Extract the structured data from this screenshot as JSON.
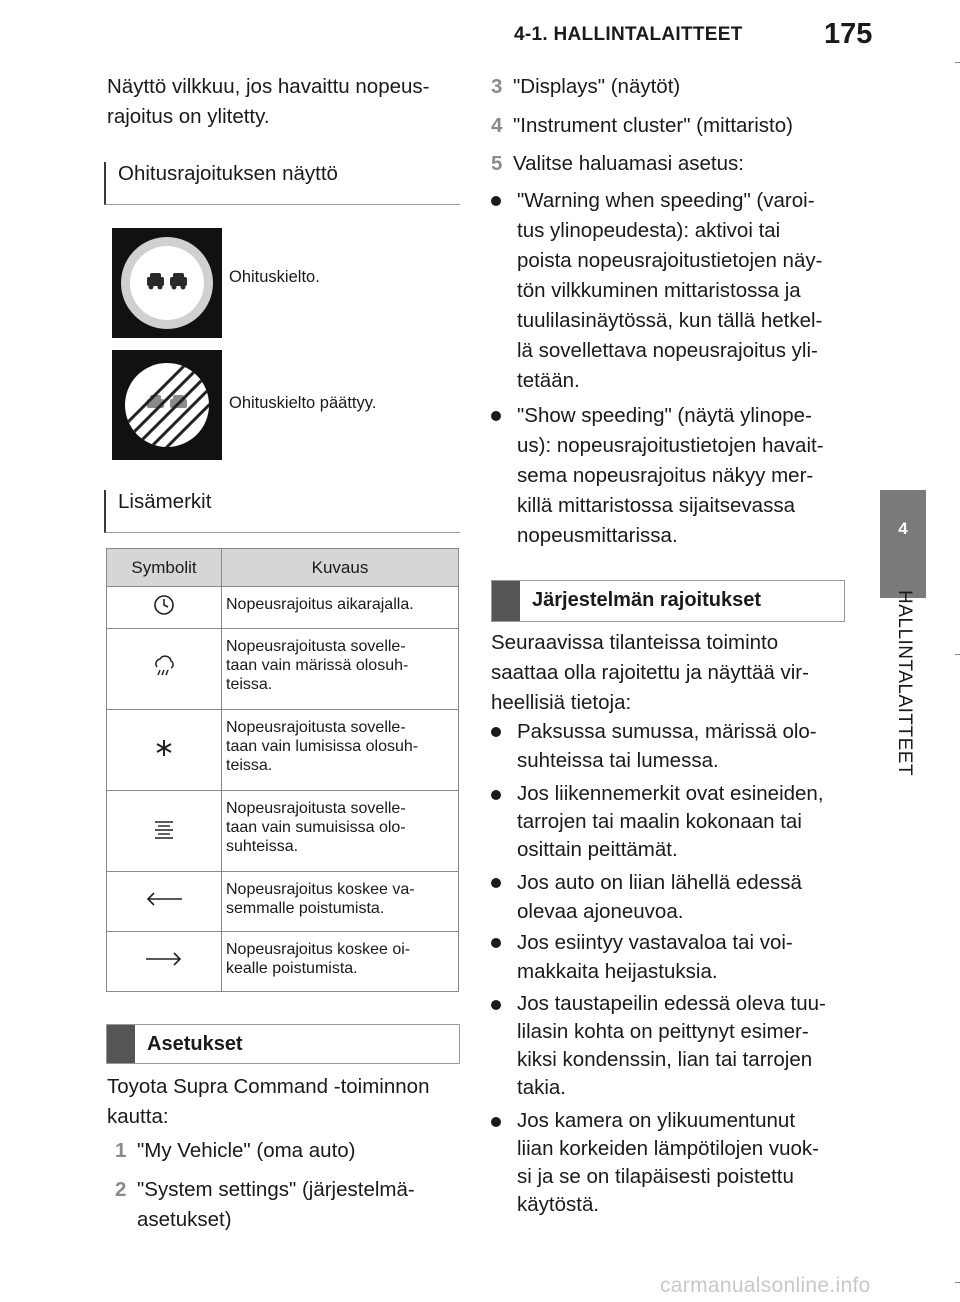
{
  "header": {
    "running_head": "4-1. HALLINTALAITTEET",
    "page_number": "175"
  },
  "side_tab": {
    "chapter_number": "4",
    "chapter_label": "HALLINTALAITTEET"
  },
  "left": {
    "intro_lines": [
      "Näyttö vilkkuu, jos havaittu nopeus-",
      "rajoitus on ylitetty."
    ],
    "overtaking_heading": "Ohitusrajoituksen näyttö",
    "signs": [
      {
        "icon": "no-overtaking-sign-icon",
        "caption": "Ohituskielto."
      },
      {
        "icon": "end-of-no-overtaking-sign-icon",
        "caption": "Ohituskielto päättyy."
      }
    ],
    "extra_heading": "Lisämerkit",
    "table": {
      "headers": [
        "Symbolit",
        "Kuvaus"
      ],
      "rows": [
        {
          "icon": "clock-icon",
          "lines": [
            "Nopeusrajoitus aikarajalla."
          ]
        },
        {
          "icon": "rain-icon",
          "lines": [
            "Nopeusrajoitusta sovelle-",
            "taan vain märissä olosuh-",
            "teissa."
          ]
        },
        {
          "icon": "snowflake-icon",
          "lines": [
            "Nopeusrajoitusta sovelle-",
            "taan vain lumisissa olosuh-",
            "teissa."
          ]
        },
        {
          "icon": "fog-icon",
          "lines": [
            "Nopeusrajoitusta sovelle-",
            "taan vain sumuisissa olo-",
            "suhteissa."
          ]
        },
        {
          "icon": "arrow-left-icon",
          "lines": [
            "Nopeusrajoitus koskee va-",
            "semmalle poistumista."
          ]
        },
        {
          "icon": "arrow-right-icon",
          "lines": [
            "Nopeusrajoitus koskee oi-",
            "kealle poistumista."
          ]
        }
      ]
    },
    "settings_heading": "Asetukset",
    "settings_intro_lines": [
      "Toyota Supra Command -toiminnon",
      "kautta:"
    ],
    "steps": [
      {
        "num": "1",
        "lines": [
          "\"My Vehicle\" (oma auto)"
        ]
      },
      {
        "num": "2",
        "lines": [
          "\"System settings\" (järjestelmä-",
          "asetukset)"
        ]
      }
    ]
  },
  "right": {
    "steps": [
      {
        "num": "3",
        "text": "\"Displays\" (näytöt)"
      },
      {
        "num": "4",
        "text": "\"Instrument cluster\" (mittaristo)"
      },
      {
        "num": "5",
        "text": "Valitse haluamasi asetus:"
      }
    ],
    "option_bullets": [
      {
        "lines": [
          "\"Warning when speeding\" (varoi-",
          "tus ylinopeudesta): aktivoi tai",
          "poista nopeusrajoitustietojen näy-",
          "tön vilkkuminen mittaristossa ja",
          "tuulilasinäytössä, kun tällä hetkel-",
          "lä sovellettava nopeusrajoitus yli-",
          "tetään."
        ]
      },
      {
        "lines": [
          "\"Show speeding\" (näytä ylinope-",
          "us): nopeusrajoitustietojen havait-",
          "sema nopeusrajoitus näkyy mer-",
          "killä mittaristossa sijaitsevassa",
          "nopeusmittarissa."
        ]
      }
    ],
    "limitations_heading": "Järjestelmän rajoitukset",
    "limitations_intro_lines": [
      "Seuraavissa tilanteissa toiminto",
      "saattaa olla rajoitettu ja näyttää vir-",
      "heellisiä tietoja:"
    ],
    "limitation_bullets": [
      {
        "lines": [
          "Paksussa sumussa, märissä olo-",
          "suhteissa tai lumessa."
        ]
      },
      {
        "lines": [
          "Jos liikennemerkit ovat esineiden,",
          "tarrojen tai maalin kokonaan tai",
          "osittain peittämät."
        ]
      },
      {
        "lines": [
          "Jos auto on liian lähellä edessä",
          "olevaa ajoneuvoa."
        ]
      },
      {
        "lines": [
          "Jos esiintyy vastavaloa tai voi-",
          "makkaita heijastuksia."
        ]
      },
      {
        "lines": [
          "Jos taustapeilin edessä oleva tuu-",
          "lilasin kohta on peittynyt esimer-",
          "kiksi kondenssin, lian tai tarrojen",
          "takia."
        ]
      },
      {
        "lines": [
          "Jos kamera on ylikuumentunut",
          "liian korkeiden lämpötilojen vuok-",
          "si ja se on tilapäisesti poistettu",
          "käytöstä."
        ]
      }
    ]
  },
  "watermark": "carmanualsonline.info"
}
